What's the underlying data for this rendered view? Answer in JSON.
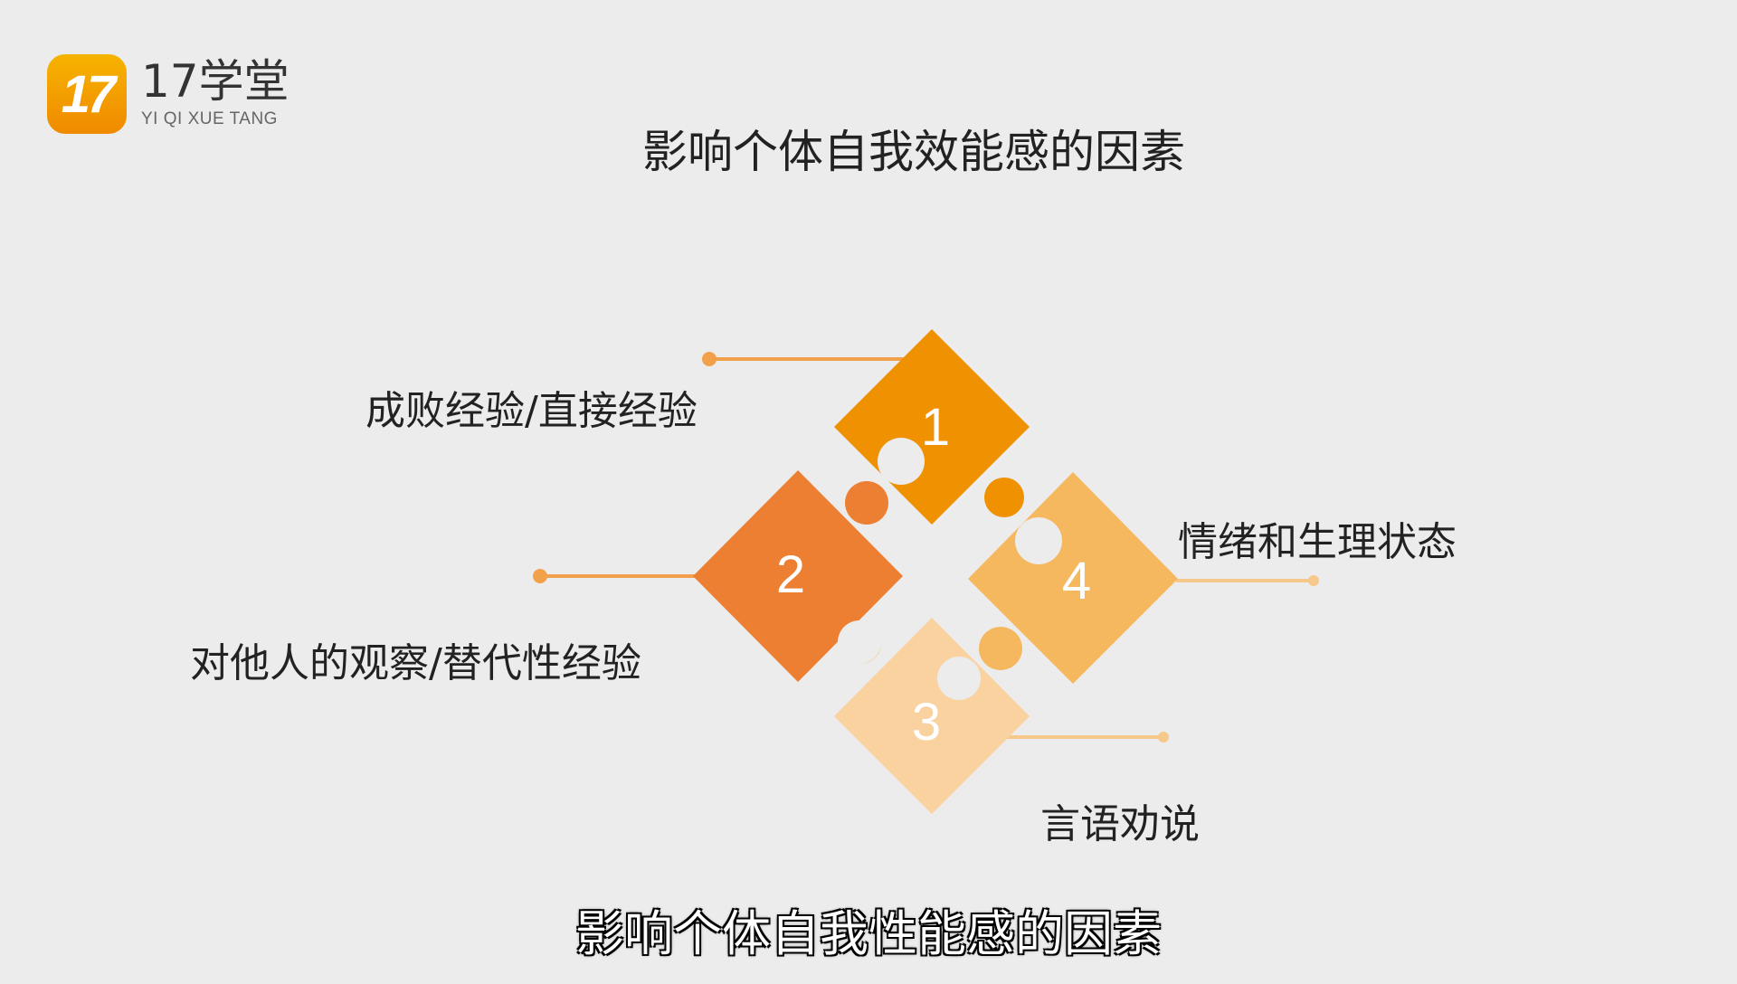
{
  "logo": {
    "mark_text": "17",
    "name": "17学堂",
    "subtitle": "YI QI XUE TANG",
    "brand_color": "#f39200"
  },
  "title": "影响个体自我效能感的因素",
  "factors": [
    {
      "number": "1",
      "label": "成败经验/直接经验",
      "color": "#ef9100"
    },
    {
      "number": "2",
      "label": "对他人的观察/替代性经验",
      "color": "#ec7f32"
    },
    {
      "number": "3",
      "label": "言语劝说",
      "color": "#f9d2a0"
    },
    {
      "number": "4",
      "label": "情绪和生理状态",
      "color": "#f5b85f"
    }
  ],
  "subtitle_caption": "影响个体自我性能感的因素"
}
